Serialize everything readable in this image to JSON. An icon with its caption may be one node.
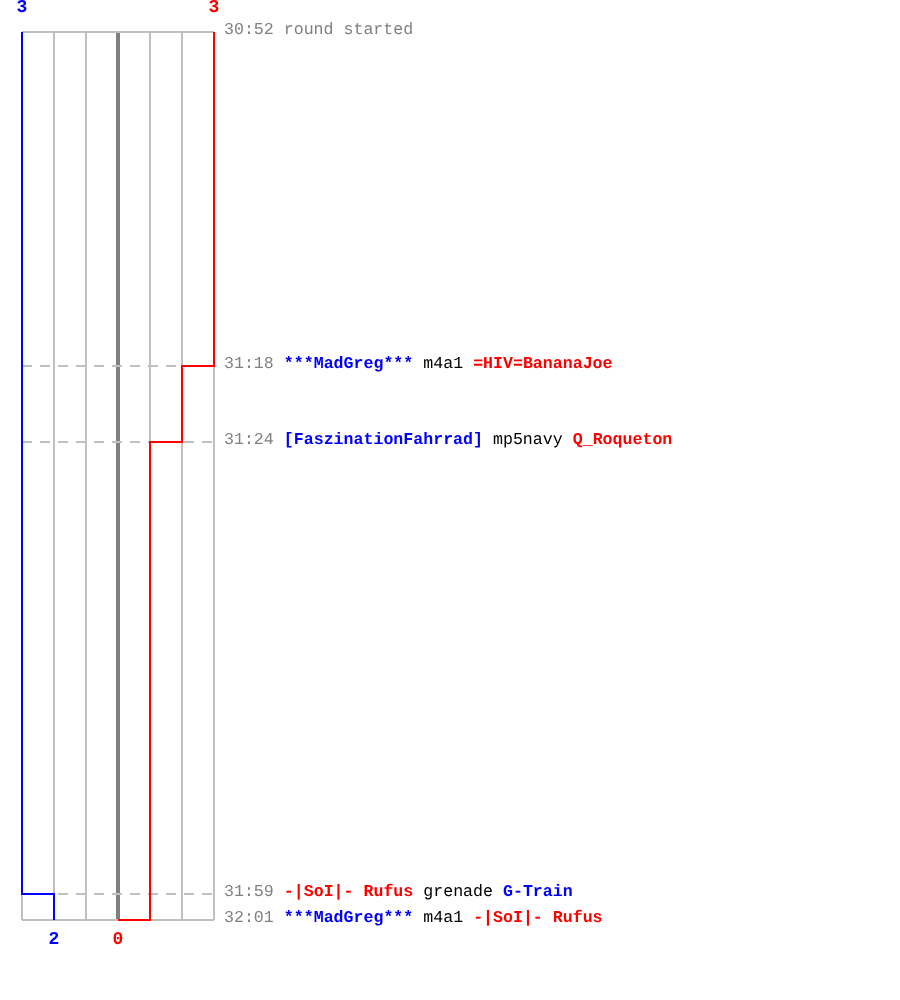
{
  "diagram": {
    "labels": [
      "3",
      "3",
      "30:52 round started",
      "31:18",
      "***MadGreg***",
      "m4a1",
      "=HIV=BananaJoe",
      "31:24",
      "[FaszinationFahrrad]",
      "mp5navy",
      "Q_Roqueton",
      "31:59",
      "-|SoI|- Rufus",
      "grenade",
      "G-Train",
      "32:01",
      "***MadGreg***",
      "m4a1",
      "-|SoI|- Rufus",
      "2",
      "0"
    ]
  }
}
